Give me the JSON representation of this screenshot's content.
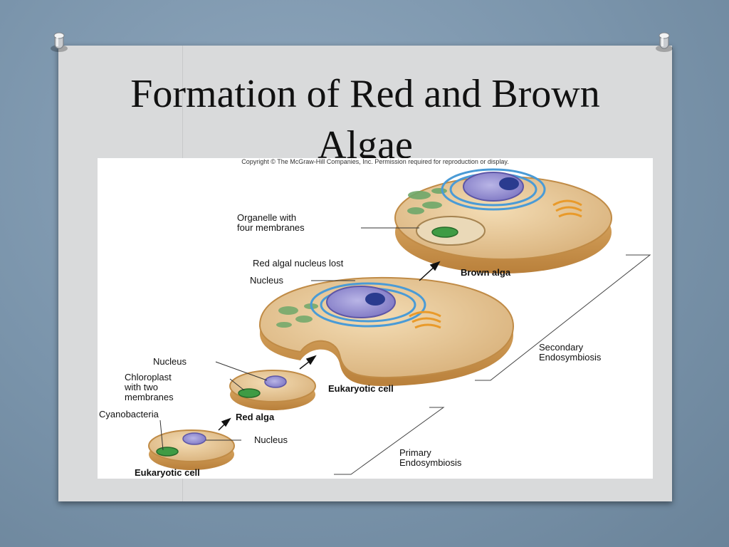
{
  "slide": {
    "title_line1": "Formation of Red and Brown",
    "title_line2": "Algae"
  },
  "diagram": {
    "copyright": "Copyright © The McGraw-Hill Companies, Inc. Permission required for reproduction or display.",
    "labels": {
      "organelle_line1": "Organelle with",
      "organelle_line2": "four membranes",
      "red_algal_nucleus_lost": "Red algal nucleus lost",
      "nucleus_top": "Nucleus",
      "brown_alga": "Brown alga",
      "secondary_line1": "Secondary",
      "secondary_line2": "Endosymbiosis",
      "nucleus_mid": "Nucleus",
      "chloroplast_line1": "Chloroplast",
      "chloroplast_line2": "with two",
      "chloroplast_line3": "membranes",
      "eukaryotic_cell_mid": "Eukaryotic cell",
      "cyanobacteria": "Cyanobacteria",
      "red_alga": "Red alga",
      "nucleus_bottom": "Nucleus",
      "primary_line1": "Primary",
      "primary_line2": "Endosymbiosis",
      "eukaryotic_cell_bottom": "Eukaryotic cell"
    }
  }
}
